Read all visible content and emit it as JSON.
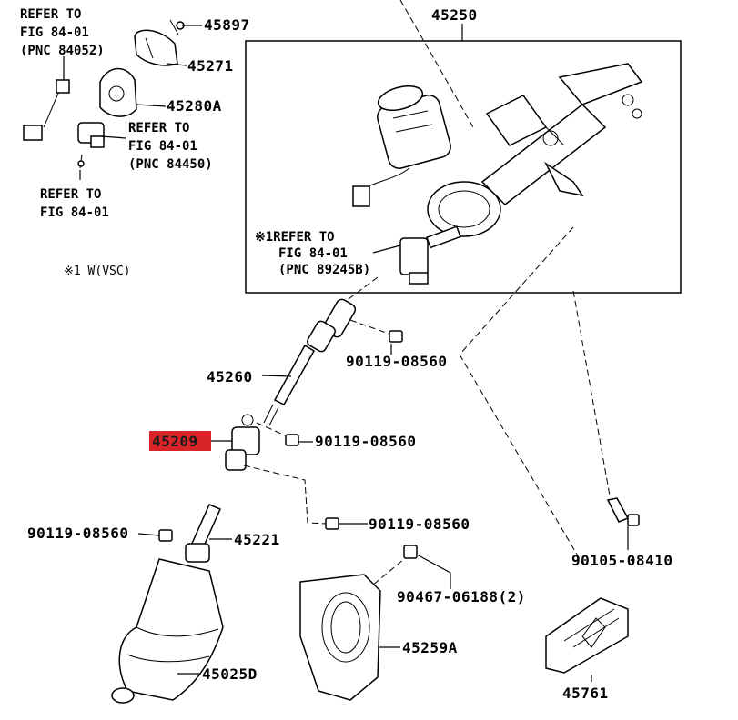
{
  "labels": {
    "p45897": "45897",
    "p45271": "45271",
    "p45280A": "45280A",
    "p45250": "45250",
    "p45260": "45260",
    "p45209": "45209",
    "p45221": "45221",
    "p45025D": "45025D",
    "p45259A": "45259A",
    "p45761": "45761",
    "bolt_a": "90119-08560",
    "bolt_b": "90119-08560",
    "bolt_c": "90119-08560",
    "bolt_d": "90119-08560",
    "bolt_e": "90105-08410",
    "clip": "90467-06188(2)"
  },
  "refs": {
    "r1_l1": "REFER TO",
    "r1_l2": "FIG 84-01",
    "r1_l3": "(PNC 84052)",
    "r2_l1": "REFER TO",
    "r2_l2": "FIG 84-01",
    "r2_l3": "(PNC 84450)",
    "r3_l1": "REFER TO",
    "r3_l2": "FIG 84-01",
    "r4_l1": "※1REFER TO",
    "r4_l2": "FIG 84-01",
    "r4_l3": "(PNC 89245B)"
  },
  "note": "※1 W(VSC)",
  "colors": {
    "highlight": "#d9252a"
  },
  "highlighted_part": "45209"
}
